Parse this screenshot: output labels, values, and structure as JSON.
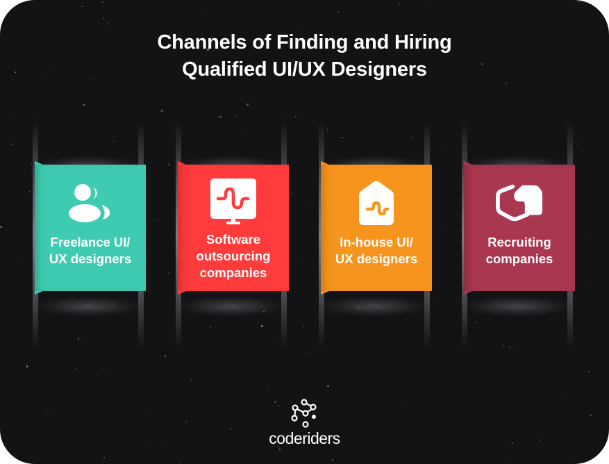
{
  "title": {
    "line1": "Channels of Finding and Hiring",
    "line2": "Qualified UI/UX Designers"
  },
  "channels": [
    {
      "label_line1": "Freelance UI/",
      "label_line2": "UX designers",
      "label_line3": "",
      "icon": "users-icon",
      "color": "#3ECBB1"
    },
    {
      "label_line1": "Software",
      "label_line2": "outsourcing",
      "label_line3": "companies",
      "icon": "monitor-wave-icon",
      "color": "#FF3B3B"
    },
    {
      "label_line1": "In-house UI/",
      "label_line2": "UX designers",
      "label_line3": "",
      "icon": "house-wave-icon",
      "color": "#F7941D"
    },
    {
      "label_line1": "Recruiting",
      "label_line2": "companies",
      "label_line3": "",
      "icon": "handshake-icon",
      "color": "#A8374F"
    }
  ],
  "brand": {
    "name": "coderiders",
    "logo": "network-nodes-icon"
  },
  "colors": {
    "background": "#131316",
    "text": "#FFFFFF"
  }
}
